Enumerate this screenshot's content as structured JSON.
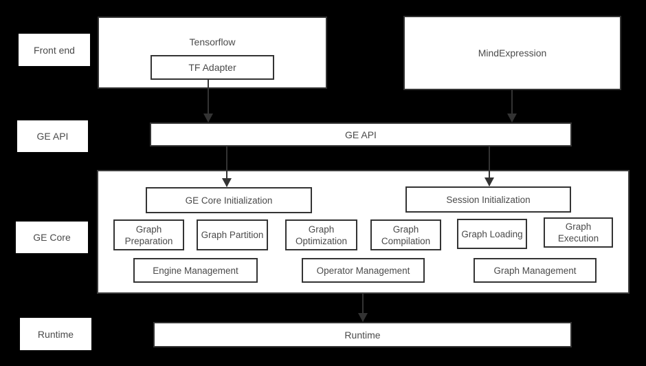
{
  "colors": {
    "background": "#000000",
    "box_fill": "#ffffff",
    "box_border": "#333333",
    "text": "#4a4a4a",
    "arrow": "#333333"
  },
  "row_labels": [
    {
      "label": "Front end"
    },
    {
      "label": "GE API"
    },
    {
      "label": "GE Core"
    },
    {
      "label": "Runtime"
    }
  ],
  "frontend": {
    "tensorflow": {
      "title": "Tensorflow",
      "adapter_label": "TF Adapter"
    },
    "mindexpression": {
      "title": "MindExpression"
    }
  },
  "ge_api_bar": {
    "label": "GE API"
  },
  "ge_core": {
    "init_boxes": [
      {
        "label": "GE Core Initialization"
      },
      {
        "label": "Session Initialization"
      }
    ],
    "stages": [
      "Graph Preparation",
      "Graph Partition",
      "Graph Optimization",
      "Graph Compilation",
      "Graph Loading",
      "Graph Execution"
    ],
    "management": [
      "Engine Management",
      "Operator Management",
      "Graph Management"
    ]
  },
  "runtime_bar": {
    "label": "Runtime"
  }
}
